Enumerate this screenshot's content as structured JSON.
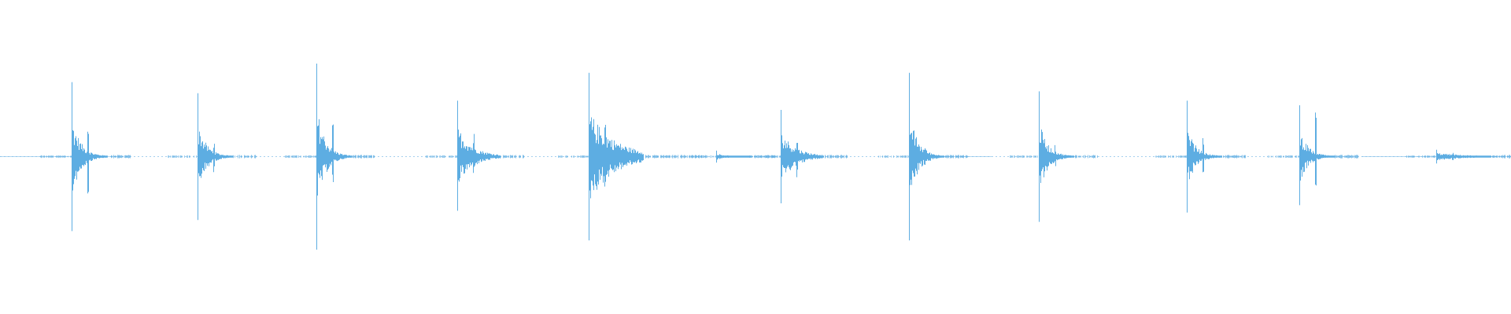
{
  "waveform": {
    "color": "#5dade2",
    "baseline_color": "#7fbde8",
    "bursts": [
      {
        "peak_up": 0.8,
        "peak_down": 0.8,
        "second_peak": 0.48,
        "decay": "fast"
      },
      {
        "peak_up": 0.68,
        "peak_down": 0.68,
        "second_peak": 0.2,
        "decay": "fast"
      },
      {
        "peak_up": 1.0,
        "peak_down": 1.0,
        "second_peak": 0.45,
        "decay": "fast"
      },
      {
        "peak_up": 0.6,
        "peak_down": 0.58,
        "second_peak": 0.26,
        "decay": "medium"
      },
      {
        "peak_up": 0.9,
        "peak_down": 0.9,
        "second_peak": 0.45,
        "decay": "slow"
      },
      {
        "peak_up": 0.06,
        "peak_down": 0.06,
        "second_peak": 0.0,
        "decay": "fast"
      },
      {
        "peak_up": 0.5,
        "peak_down": 0.5,
        "second_peak": 0.25,
        "decay": "medium"
      },
      {
        "peak_up": 0.9,
        "peak_down": 0.9,
        "second_peak": 0.12,
        "decay": "fast"
      },
      {
        "peak_up": 0.7,
        "peak_down": 0.7,
        "second_peak": 0.12,
        "decay": "fast"
      },
      {
        "peak_up": 0.6,
        "peak_down": 0.6,
        "second_peak": 0.2,
        "decay": "fast"
      },
      {
        "peak_up": 0.55,
        "peak_down": 0.52,
        "second_peak": 0.48,
        "decay": "fast"
      },
      {
        "peak_up": 0.07,
        "peak_down": 0.07,
        "second_peak": 0.04,
        "decay": "slow"
      }
    ]
  }
}
